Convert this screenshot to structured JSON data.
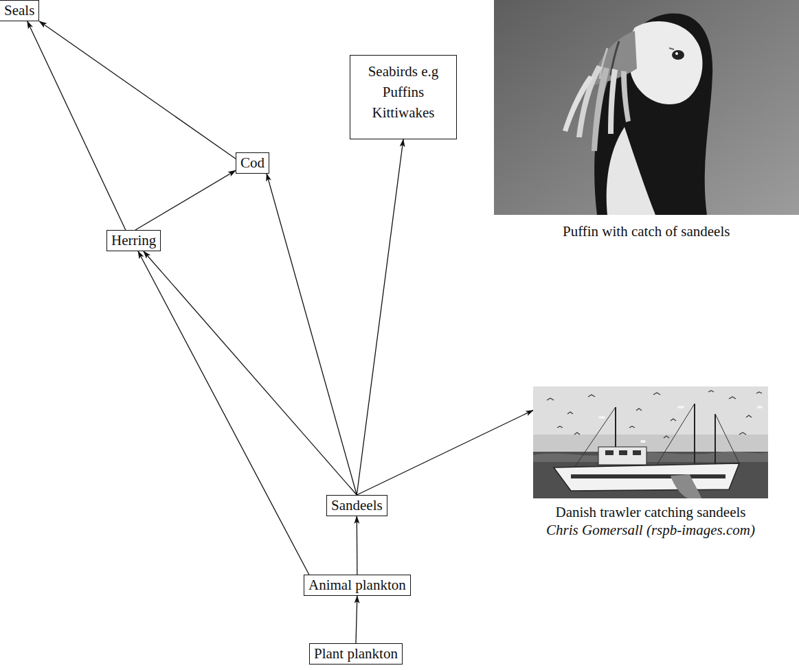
{
  "diagram": {
    "nodes": [
      {
        "text": [
          "Seals"
        ]
      },
      {
        "text": [
          "Seabirds e.g Puffins Kittiwakes"
        ]
      },
      {
        "text": [
          "Cod"
        ]
      },
      {
        "text": [
          "Herring"
        ]
      },
      {
        "text": [
          "Danish trawler catching sandeels",
          "Chris Gomersall (rspb-images.com)"
        ]
      },
      {
        "text": [
          "Sandeels"
        ]
      },
      {
        "text": [
          "Animal plankton"
        ]
      },
      {
        "text": [
          "Plant plankton"
        ]
      }
    ],
    "edges": [
      {
        "from": 7,
        "to": 6,
        "arrow": "to"
      },
      {
        "from": 6,
        "to": 5,
        "arrow": "to"
      },
      {
        "from": 6,
        "to": 3,
        "arrow": "to"
      },
      {
        "from": 5,
        "to": 3,
        "arrow": "to"
      },
      {
        "from": 5,
        "to": 2,
        "arrow": "to"
      },
      {
        "from": 5,
        "to": 1,
        "arrow": "to"
      },
      {
        "from": 5,
        "to": 4,
        "arrow": "to"
      },
      {
        "from": 3,
        "to": 2,
        "arrow": "to"
      },
      {
        "from": 3,
        "to": 0,
        "arrow": "to"
      },
      {
        "from": 2,
        "to": 0,
        "arrow": "to"
      }
    ],
    "labels": [
      "Puffin with catch of sandeels"
    ]
  }
}
